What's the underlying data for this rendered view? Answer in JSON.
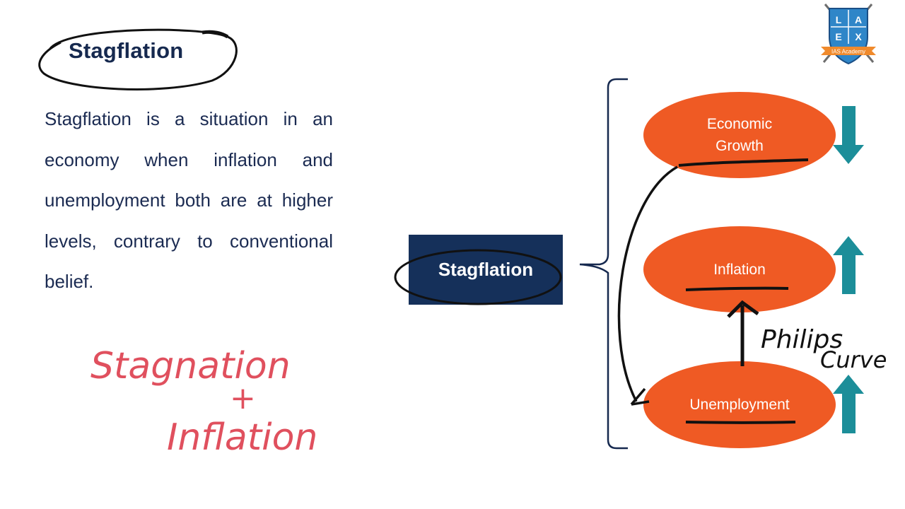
{
  "slide": {
    "title": "Stagflation",
    "definition": "Stagflation is a situation in an economy when inflation and unemployment both are at higher levels, contrary to conventional belief."
  },
  "diagram": {
    "center_label": "Stagflation",
    "nodes": [
      {
        "label_line1": "Economic",
        "label_line2": "Growth",
        "trend": "down",
        "trend_icon": "arrow-down-icon"
      },
      {
        "label": "Inflation",
        "trend": "up",
        "trend_icon": "arrow-up-icon"
      },
      {
        "label": "Unemployment",
        "trend": "up",
        "trend_icon": "arrow-up-icon"
      }
    ],
    "colors": {
      "node_fill": "#ef5a24",
      "center_fill": "#15305a",
      "trend_arrow": "#1c8e99",
      "ink_red": "#e0505e",
      "ink_black": "#111111"
    }
  },
  "annotations": {
    "handwritten_formula_line1": "Stagnation",
    "handwritten_formula_plus": "+",
    "handwritten_formula_line2": "Inflation",
    "phillips_line1": "Philips",
    "phillips_line2": "Curve"
  },
  "logo": {
    "letters": [
      "L",
      "A",
      "E",
      "X"
    ],
    "ribbon_text": "IAS Academy"
  }
}
